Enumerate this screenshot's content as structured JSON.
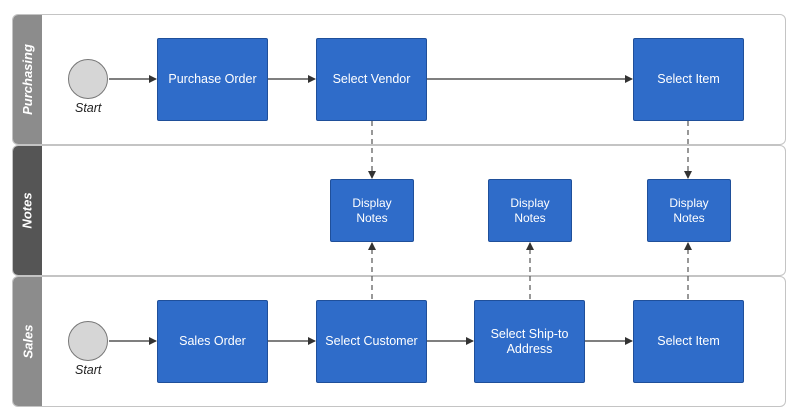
{
  "lanes": {
    "purchasing": "Purchasing",
    "notes": "Notes",
    "sales": "Sales"
  },
  "purchasing": {
    "start": "Start",
    "purchase_order": "Purchase Order",
    "select_vendor": "Select Vendor",
    "select_item": "Select Item"
  },
  "notes": {
    "display_notes_1": "Display Notes",
    "display_notes_2": "Display Notes",
    "display_notes_3": "Display Notes"
  },
  "sales": {
    "start": "Start",
    "sales_order": "Sales Order",
    "select_customer": "Select Customer",
    "select_ship_to": "Select Ship-to Address",
    "select_item": "Select Item"
  },
  "colors": {
    "process_fill": "#2f6cc9",
    "process_border": "#1f4f9a",
    "lane_header": "#8c8c8c",
    "lane_header_active": "#555555",
    "start_fill": "#d6d6d6"
  }
}
